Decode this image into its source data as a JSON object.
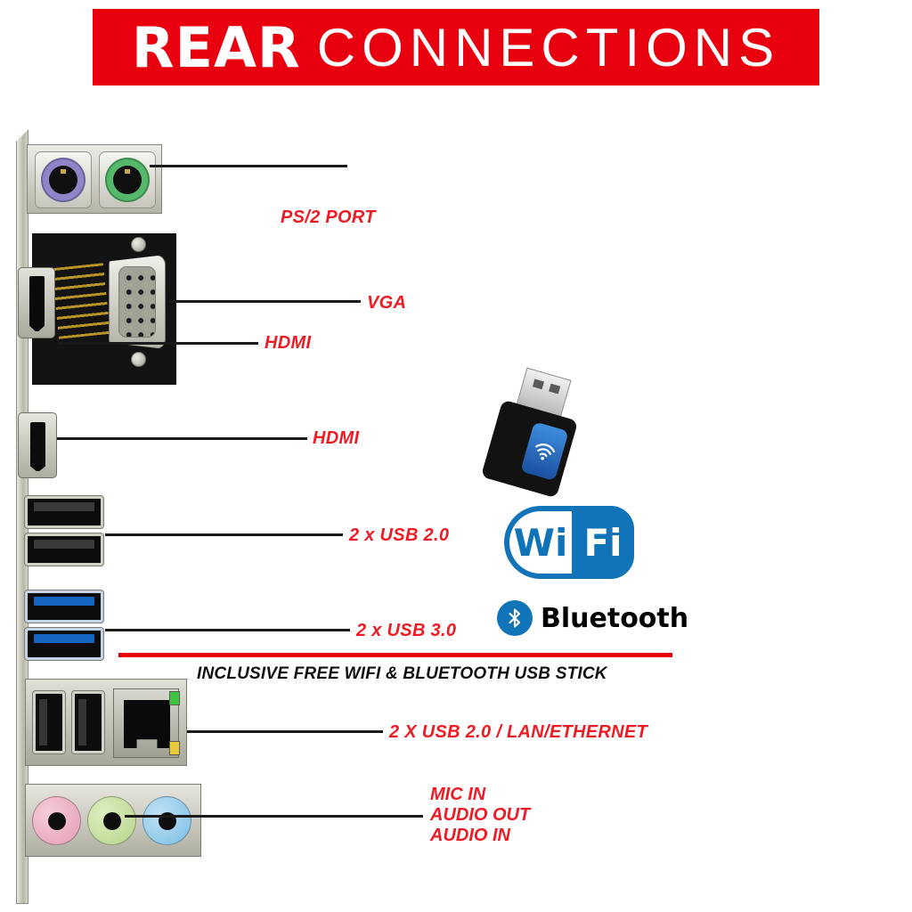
{
  "header": {
    "title_bold": "REAR",
    "title_light": "CONNECTIONS"
  },
  "labels": {
    "ps2": "PS/2 PORT",
    "vga": "VGA",
    "hdmi_large": "HDMI",
    "hdmi_small": "HDMI",
    "usb20": "2 x USB 2.0",
    "usb30": "2 x USB 3.0",
    "usb_lan": "2 X USB 2.0 / LAN/ETHERNET",
    "mic_in": "MIC IN",
    "audio_out": "AUDIO OUT",
    "audio_in": "AUDIO IN"
  },
  "wifi_logo": {
    "wi": "Wi",
    "fi": "Fi"
  },
  "bluetooth_label": "Bluetooth",
  "note": "INCLUSIVE FREE WIFI & BLUETOOTH USB STICK",
  "colors": {
    "banner_red": "#e8000f",
    "label_red": "#ed1c24",
    "wifi_blue": "#1173b8",
    "usb3_blue": "#1565c0",
    "ps2_keyboard_purple": "#8f86c9",
    "ps2_mouse_green": "#55b86a",
    "mic_pink": "#e59cb4",
    "lineout_green": "#b5d48a",
    "linein_blue": "#7bbde4"
  }
}
